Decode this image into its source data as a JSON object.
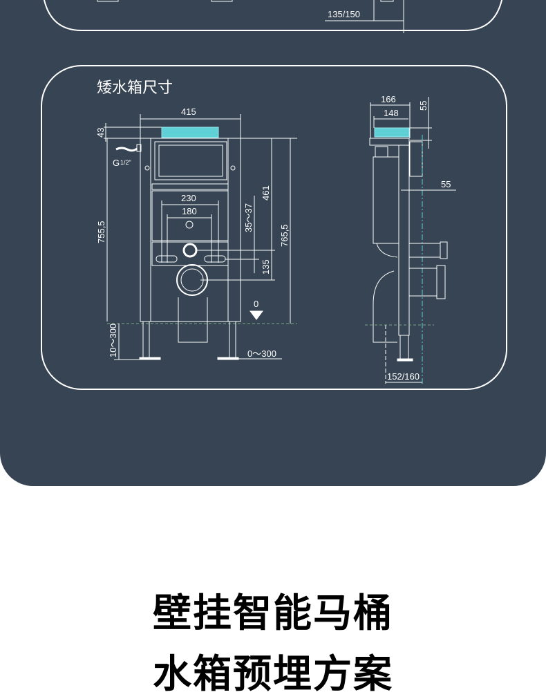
{
  "top_panel": {
    "dimension": "135/150"
  },
  "low_tank_panel": {
    "title": "矮水箱尺寸",
    "front_view": {
      "width_total": "415",
      "top_height": "43",
      "inlet": "G",
      "inlet_fraction": "1/2\"",
      "plate_outer": "230",
      "plate_inner": "180",
      "height_left": "755,5",
      "height_461": "461",
      "height_right": "765,5",
      "wall_range": "35～37",
      "offset_135": "135",
      "floor_zero": "0",
      "leg_range": "10～300",
      "floor_range": "0～300"
    },
    "side_view": {
      "depth_outer": "166",
      "depth_inner": "148",
      "top_55": "55",
      "offset_55": "55",
      "bottom_depth": "152/160"
    },
    "colors": {
      "background": "#364453",
      "line": "#ffffff",
      "accent": "#5fd0d6",
      "floor_line": "#7fa58a"
    }
  },
  "headline": {
    "line1": "壁挂智能马桶",
    "line2": "水箱预埋方案"
  }
}
